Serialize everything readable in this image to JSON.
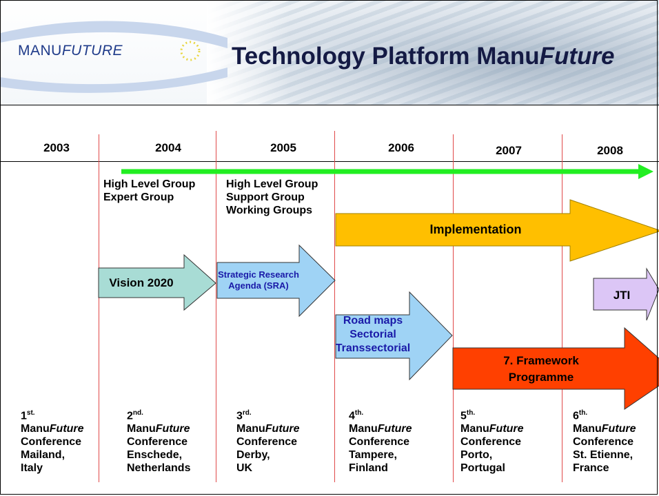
{
  "header": {
    "logo_prefix": "MANU",
    "logo_suffix": "FUTURE",
    "title_prefix": "Technology Platform Manu",
    "title_suffix": "Future"
  },
  "years": [
    "2003",
    "2004",
    "2005",
    "2006",
    "2007",
    "2008"
  ],
  "groups": {
    "col2004": [
      "High Level Group",
      "Expert Group"
    ],
    "col2005": [
      "High Level Group",
      "Support Group",
      "Working Groups"
    ]
  },
  "arrows": {
    "implementation": "Implementation",
    "vision": "Vision 2020",
    "sra_line1": "Strategic Research",
    "sra_line2": "Agenda (SRA)",
    "jti": "JTI",
    "roadmaps_line1": "Road maps",
    "roadmaps_line2": "Sectorial",
    "roadmaps_line3": "Transsectorial",
    "fp7_line1": "7. Framework",
    "fp7_line2": "Programme"
  },
  "colors": {
    "green": "#22ee22",
    "implementation": "#ffbf00",
    "vision": "#a8dcd5",
    "sra": "#9fd3f5",
    "sra_text": "#1a1aa8",
    "jti": "#dcc6f6",
    "roadmaps": "#9fd3f5",
    "fp7": "#ff4000",
    "divider": "#e04848"
  },
  "conferences": [
    {
      "num": "1",
      "suffix": "st.",
      "name_a": "Manu",
      "name_b": "Future",
      "word": "Conference",
      "city": "Mailand,",
      "country": "Italy"
    },
    {
      "num": "2",
      "suffix": "nd.",
      "name_a": "Manu",
      "name_b": "Future",
      "word": "Conference",
      "city": "Enschede,",
      "country": "Netherlands"
    },
    {
      "num": "3",
      "suffix": "rd.",
      "name_a": "Manu",
      "name_b": "Future",
      "word": "Conference",
      "city": "Derby,",
      "country": "UK"
    },
    {
      "num": "4",
      "suffix": "th.",
      "name_a": "Manu",
      "name_b": "Future",
      "word": "Conference",
      "city": "Tampere,",
      "country": "Finland"
    },
    {
      "num": "5",
      "suffix": "th.",
      "name_a": "Manu",
      "name_b": "Future",
      "word": "Conference",
      "city": "Porto,",
      "country": "Portugal"
    },
    {
      "num": "6",
      "suffix": "th.",
      "name_a": "Manu",
      "name_b": "Future",
      "word": "Conference",
      "city": "St. Etienne,",
      "country": "France"
    }
  ]
}
